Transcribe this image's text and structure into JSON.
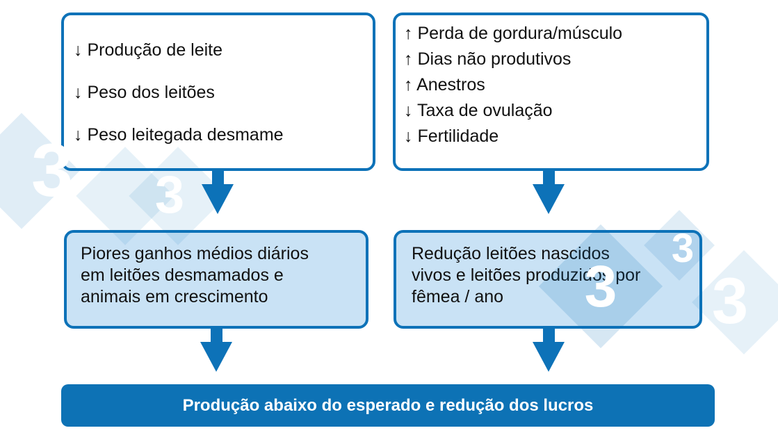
{
  "colors": {
    "accent_blue": "#0d72b8",
    "light_box_fill": "#c9e2f5",
    "bottom_bar_fill": "#0d72b5",
    "watermark_blue": "#dcebf7",
    "text": "#111111"
  },
  "boxes": {
    "top_left": {
      "lines": [
        "↓ Produção de leite",
        "↓ Peso dos leitões",
        "↓ Peso leitegada desmame"
      ]
    },
    "top_right": {
      "lines": [
        "↑ Perda de gordura/músculo",
        "↑ Dias não produtivos",
        "↑ Anestros",
        "↓ Taxa de ovulação",
        "↓ Fertilidade"
      ]
    },
    "mid_left": {
      "lines": [
        "Piores ganhos médios diários",
        "em leitões desmamados e",
        "animais em crescimento"
      ]
    },
    "mid_right": {
      "lines": [
        "Redução leitões nascidos",
        "vivos e leitões produzidos por",
        "fêmea / ano"
      ]
    }
  },
  "bottom_bar": {
    "text": "Produção abaixo do esperado e redução dos lucros"
  },
  "watermark": {
    "number": "3"
  }
}
